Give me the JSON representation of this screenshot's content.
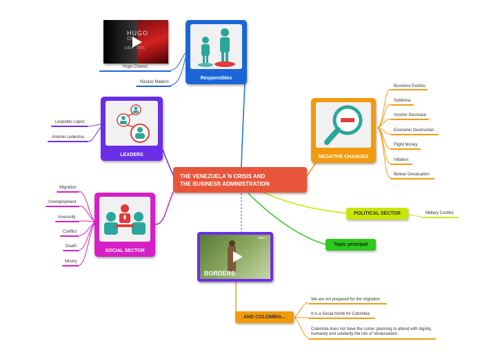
{
  "central": {
    "line1": "THE VENEZUELA´N CRISIS AND",
    "line2": "THE BUSINESS ADMINISTRATION"
  },
  "responsibles": {
    "title": "Responsibles",
    "children": [
      "Hugo Chavez",
      "Nicolas Maduro"
    ],
    "video": {
      "title": "HUGO",
      "sub": "CH",
      "year": "(1954 - 2013)"
    }
  },
  "leaders": {
    "title": "LEADERS",
    "children": [
      "Leopoldo Lopez",
      "Antonio Ledesma"
    ]
  },
  "negative": {
    "title": "NEGATIVE CHANGES",
    "children": [
      "Business Exodus",
      "Subtema",
      "Income Decrease",
      "Economic Destruction",
      "Flight Money",
      "Inflation",
      "Bolivar Devaluation"
    ]
  },
  "social": {
    "title": "SOCIAL SECTOR",
    "children": [
      "Migration",
      "Unemployment",
      "Insecurity",
      "Conflict",
      "Death",
      "Misery"
    ]
  },
  "political": {
    "title": "POLITICAL SECTOR",
    "children": [
      "Military Conflict"
    ]
  },
  "topic": {
    "title": "Topic principal"
  },
  "borders": {
    "part": "PART I",
    "title": "BORDERS"
  },
  "colombia": {
    "title": "AND COLOMBIA...",
    "children": [
      "We are not prepared for the migration",
      "It is a Social bomb for Colombia",
      "Colombia does not have the correc planning to attend with dignity, humanity and solidarity the lots of Venezuelans"
    ]
  },
  "colors": {
    "central": "#e8553a",
    "responsibles": "#1a66d9",
    "leaders": "#6a2ee8",
    "negative": "#f29a0d",
    "social": "#d61fc4",
    "political": "#c8e600",
    "topic": "#2ec91f",
    "colombia": "#f29a0d"
  }
}
